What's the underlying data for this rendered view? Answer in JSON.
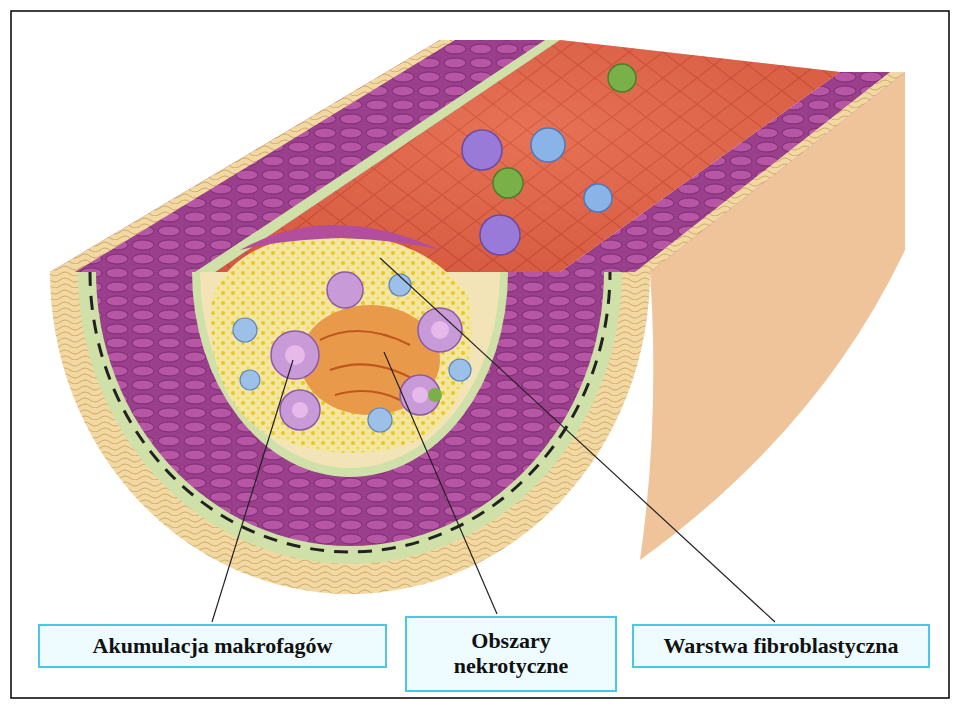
{
  "diagram": {
    "nodes": [
      {
        "text": [
          "Akumulacja makrofagów"
        ]
      },
      {
        "text": [
          "Obszary nekrotyczne"
        ]
      },
      {
        "text": [
          "Warstwa fibroblastyczna"
        ]
      }
    ]
  }
}
